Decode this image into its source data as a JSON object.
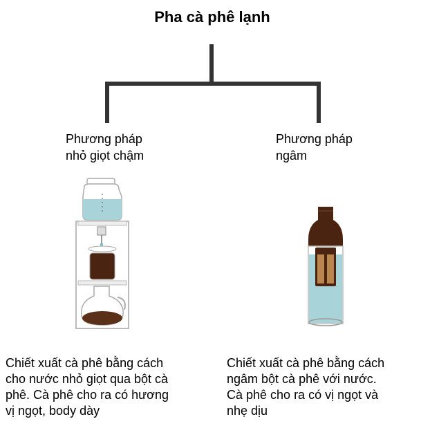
{
  "title": "Pha cà phê lạnh",
  "methods": [
    {
      "label": "Phương pháp\nnhỏ giọt chậm",
      "description": "Chiết xuất cà phê bằng cách\ncho nước nhỏ giọt qua bột cà\nphê. Cà phê cho ra có hương\nvị ngọt, body dày",
      "icon": "drip-tower-icon"
    },
    {
      "label": "Phương pháp\nngâm",
      "description": "Chiết xuất cà phê bằng cách\nngâm bột cà phê với nước.\nCà phê cho ra có vị ngọt và\nnhẹ dịu",
      "icon": "cold-brew-bottle-icon"
    }
  ],
  "colors": {
    "connector": "#333333",
    "water": "#a8d3d8",
    "coffee": "#4a2410",
    "grounds": "#b8864e"
  }
}
